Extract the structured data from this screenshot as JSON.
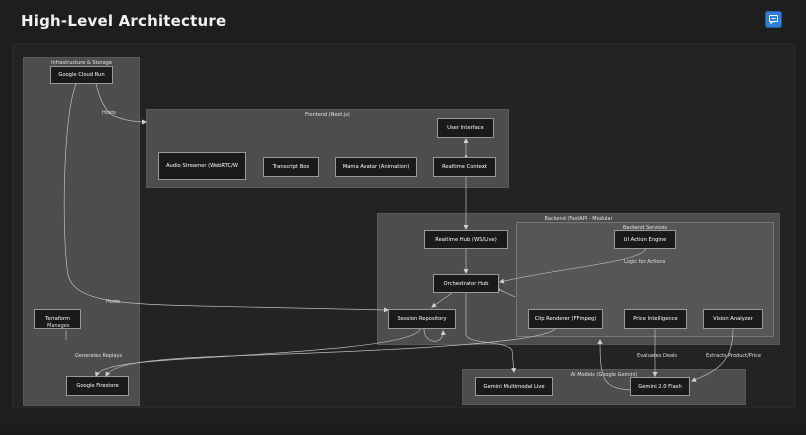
{
  "page": {
    "title": "High-Level Architecture",
    "chat_icon": "chat-icon",
    "accent": "#2f7fd6"
  },
  "groups": {
    "infra": "Infrastructure & Storage",
    "frontend": "Frontend (Next.js)",
    "backend": "Backend (FastAPI - Modular",
    "backend_services": "Backend Services",
    "ai_models": "AI Models (Google Gemini)"
  },
  "nodes": {
    "cloud_run": "Google Cloud Run",
    "terraform": "Terraform",
    "firestore": "Google Firestore",
    "user_interface": "User Interface",
    "audio_streamer": "Audio Streamer (WebRTC/W",
    "transcript_box": "Transcript Box",
    "mama_avatar": "Mama Avatar (Animation)",
    "realtime_context": "Realtime Context",
    "realtime_hub": "Realtime Hub (WS/Live)",
    "orchestrator_hub": "Orchestrator Hub",
    "session_repository": "Session Repository",
    "ui_action_engine": "UI Action Engine",
    "clip_renderer": "Clip Renderer (FFmpeg)",
    "price_intelligence": "Price Intelligence",
    "vision_analyzer": "Vision Analyzer",
    "gemini_live": "Gemini Multimodal Live",
    "gemini_flash": "Gemini 2.0 Flash"
  },
  "edges": {
    "hosts_frontend": "Hosts",
    "hosts_backend": "Hosts",
    "manages": "Manages",
    "logic_for_actions": "Logic for Actions",
    "generates_replays": "Generates Replays",
    "evaluates_deals": "Evaluates Deals",
    "extracts_product": "Extracts Product/Price"
  }
}
